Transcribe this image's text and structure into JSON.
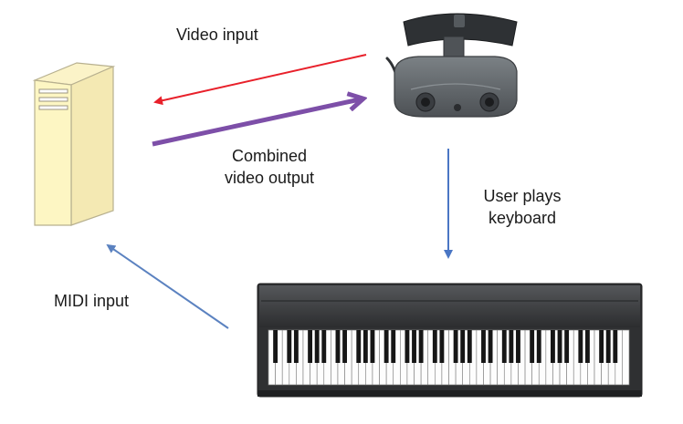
{
  "labels": {
    "video_input": "Video input",
    "combined_line1": "Combined",
    "combined_line2": "video output",
    "user_plays_line1": "User plays",
    "user_plays_line2": "keyboard",
    "midi_input": "MIDI input"
  },
  "colors": {
    "video_input_arrow": "#e8202a",
    "combined_output_arrow": "#7d4fa8",
    "user_plays_arrow": "#4a76c4",
    "midi_input_arrow": "#5b82c0",
    "computer_body": "#fdf6c3",
    "headset_body": "#5f6468",
    "keyboard_body": "#3a3b3d"
  }
}
